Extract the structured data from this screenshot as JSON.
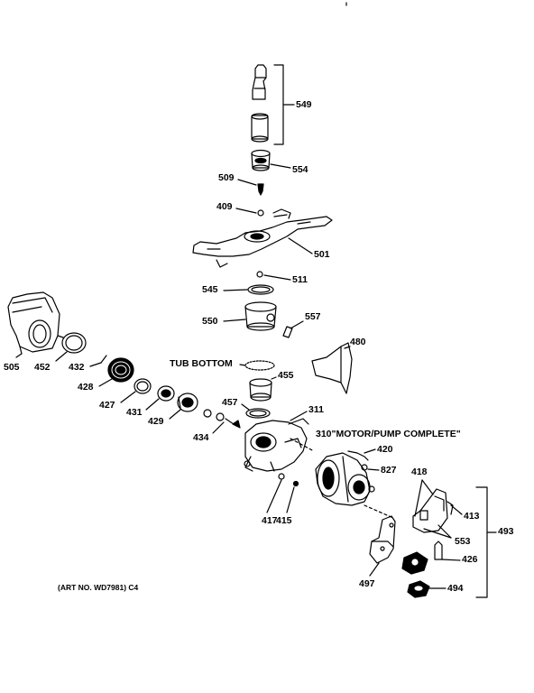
{
  "parts": {
    "p549": "549",
    "p554": "554",
    "p509": "509",
    "p409": "409",
    "p501": "501",
    "p511": "511",
    "p545": "545",
    "p550": "550",
    "p557": "557",
    "p480": "480",
    "p505": "505",
    "p452": "452",
    "p432": "432",
    "p428": "428",
    "p427": "427",
    "p431": "431",
    "p429": "429",
    "p434": "434",
    "p455": "455",
    "p457": "457",
    "p311": "311",
    "p420": "420",
    "p827": "827",
    "p417": "417",
    "p415": "415",
    "p418": "418",
    "p413": "413",
    "p553": "553",
    "p493": "493",
    "p426": "426",
    "p497": "497",
    "p494": "494"
  },
  "callouts": {
    "tub_bottom": "TUB BOTTOM",
    "motor_pump": "310\"MOTOR/PUMP COMPLETE\""
  },
  "art_number": "(ART NO. WD7981) C4"
}
